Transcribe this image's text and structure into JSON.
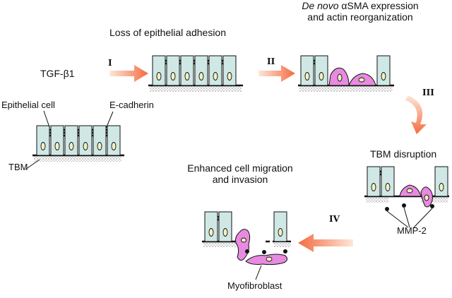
{
  "labels": {
    "tgf": "TGF-β1",
    "loss_adhesion": "Loss of epithelial adhesion",
    "de_novo_line1_italic": "De novo",
    "de_novo_line1_rest": " αSMA expression",
    "de_novo_line2": "and actin reorganization",
    "epithelial_cell": "Epithelial cell",
    "e_cadherin": "E-cadherin",
    "tbm": "TBM",
    "tbm_disruption": "TBM disruption",
    "enhanced_line1": "Enhanced cell migration",
    "enhanced_line2": "and invasion",
    "mmp2": "MMP-2",
    "myofibroblast": "Myofibroblast"
  },
  "steps": [
    "I",
    "II",
    "III",
    "IV"
  ],
  "colors": {
    "cell_fill": "#cfe8e6",
    "nucleus_fill": "#f4f0c2",
    "mesenchymal_fill": "#e88ae0",
    "arrow_start": "#fde7da",
    "arrow_end": "#f46b3f",
    "membrane": "#111111"
  }
}
